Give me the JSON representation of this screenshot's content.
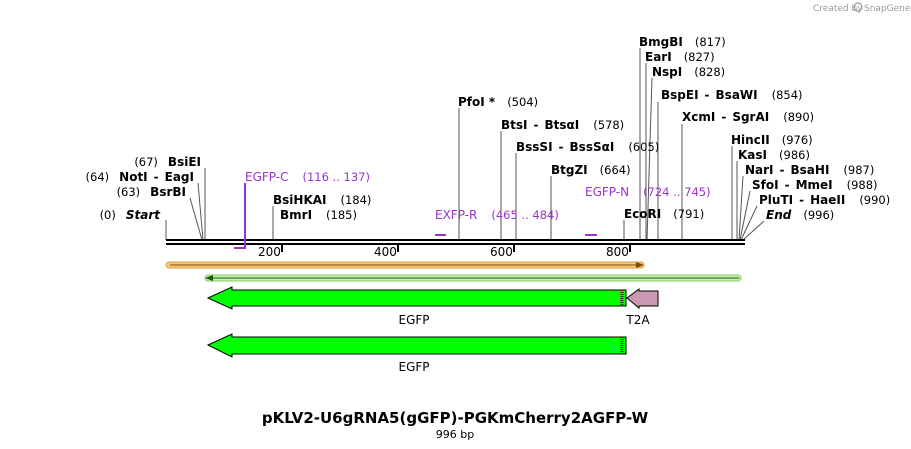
{
  "credit": {
    "text": "Created by",
    "brand": "SnapGene"
  },
  "title": "pKLV2-U6gRNA5(gGFP)-PGKmCherry2AGFP-W",
  "length_label": "996 bp",
  "ruler_ticks": [
    "200",
    "400",
    "600",
    "800"
  ],
  "sites": [
    {
      "name": "BmgBI",
      "pos": "(817)"
    },
    {
      "name": "EarI",
      "pos": "(827)"
    },
    {
      "name": "NspI",
      "pos": "(828)"
    },
    {
      "name": "BspEI",
      "name2": "BsaWI",
      "pos": "(854)"
    },
    {
      "name": "XcmI",
      "name2": "SgrAI",
      "pos": "(890)"
    },
    {
      "name": "HincII",
      "pos": "(976)"
    },
    {
      "name": "KasI",
      "pos": "(986)"
    },
    {
      "name": "NarI",
      "name2": "BsaHI",
      "pos": "(987)"
    },
    {
      "name": "SfoI",
      "name2": "MmeI",
      "pos": "(988)"
    },
    {
      "name": "PluTI",
      "name2": "HaeII",
      "pos": "(990)"
    },
    {
      "name": "End",
      "pos": "(996)"
    },
    {
      "name": "PfoI *",
      "pos": "(504)"
    },
    {
      "name": "BtsI",
      "name2": "BtsαI",
      "pos": "(578)"
    },
    {
      "name": "BssSI",
      "name2": "BssSαI",
      "pos": "(605)"
    },
    {
      "name": "BtgZI",
      "pos": "(664)"
    },
    {
      "name": "EcoRI",
      "pos": "(791)"
    },
    {
      "name": "BsiEI",
      "pos": "(67)"
    },
    {
      "name": "NotI",
      "name2": "EagI",
      "pos": "(64)"
    },
    {
      "name": "BsrBI",
      "pos": "(63)"
    },
    {
      "name": "Start",
      "pos": "(0)"
    },
    {
      "name": "BsiHKAI",
      "pos": "(184)"
    },
    {
      "name": "BmrI",
      "pos": "(185)"
    }
  ],
  "primers": [
    {
      "name": "EGFP-C",
      "range": "(116 .. 137)"
    },
    {
      "name": "EXFP-R",
      "range": "(465 .. 484)"
    },
    {
      "name": "EGFP-N",
      "range": "(724 .. 745)"
    }
  ],
  "features": [
    {
      "name": "EGFP",
      "color": "#00ff00"
    },
    {
      "name": "T2A",
      "color": "#cc99b2"
    },
    {
      "name": "EGFP",
      "color": "#00ff00"
    }
  ],
  "colors": {
    "primer": "#9933cc",
    "orange_bar": "#f0b050",
    "green_bar": "#99dd88"
  }
}
